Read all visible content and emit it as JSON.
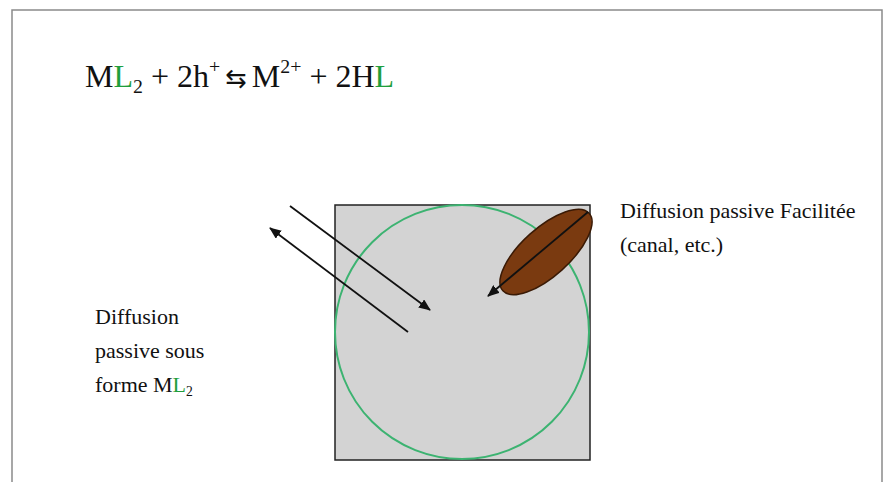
{
  "diagram": {
    "labels": [
      "M",
      "L",
      "2",
      " + 2h",
      "+",
      "⇆",
      "M",
      "2+",
      " + 2H",
      "L",
      "Diffusion passive Facilitée (canal, etc.)",
      "Diffusion passive sous forme M",
      "L",
      "2"
    ]
  }
}
